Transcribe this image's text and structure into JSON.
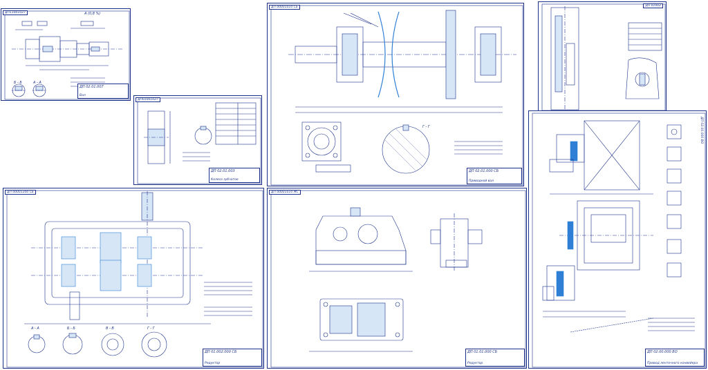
{
  "sheets": {
    "shaft": {
      "stamp": "ДП11001027",
      "title_code": "ДП 02.01.007",
      "title_name": "Вал",
      "view1": "А (0,8 %)",
      "view2": "Б - Б",
      "view3": "А - А"
    },
    "gear": {
      "stamp": "ДП01001027",
      "title_code": "ДП 02.01.003",
      "title_name": "Колесо зубчатое"
    },
    "shaft_assembly": {
      "stamp": "ДП 00001010 СБ",
      "title_code": "ДП 02.01.000 СБ",
      "title_name": "Приводной вал",
      "view1": "Г - Г"
    },
    "detail_top_right": {
      "stamp": "ДП 01002"
    },
    "reducer_section": {
      "stamp": "ДП 00001200 СБ",
      "title_code": "ДП 01.002.000 СБ",
      "title_name": "Редуктор",
      "view1": "А - А",
      "view2": "Б - Б",
      "view3": "В - В",
      "view4": "Г - Г"
    },
    "reducer_general": {
      "stamp": "ДП 00001010 МС",
      "title_code": "ДП 01.01.000 СБ",
      "title_name": "Редуктор"
    },
    "drive_general": {
      "stamp": "ДП 02.00.000 ВО",
      "title_code": "ДП 02.00.000 ВО",
      "title_name": "Привод ленточного конвейера"
    }
  },
  "colors": {
    "line": "#1a2f8a",
    "accent": "#2f7fd6",
    "fill_light": "#d6e6f7"
  }
}
